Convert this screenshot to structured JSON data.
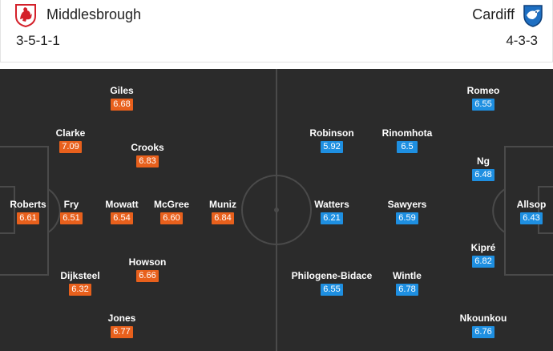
{
  "header": {
    "home_team": "Middlesbrough",
    "away_team": "Cardiff",
    "home_formation": "3-5-1-1",
    "away_formation": "4-3-3"
  },
  "colors": {
    "home_rating_bg": "#e8601c",
    "away_rating_bg": "#1e8fe1",
    "pitch": "#2b2b2b",
    "pitch_lines": "#4a4a4a"
  },
  "icons": {
    "home_crest": "middlesbrough-lion-crest-icon",
    "away_crest": "cardiff-bluebird-crest-icon"
  },
  "home_players": [
    {
      "name": "Roberts",
      "rating": "6.61"
    },
    {
      "name": "Giles",
      "rating": "6.68"
    },
    {
      "name": "Clarke",
      "rating": "7.09"
    },
    {
      "name": "Crooks",
      "rating": "6.83"
    },
    {
      "name": "Fry",
      "rating": "6.51"
    },
    {
      "name": "Mowatt",
      "rating": "6.54"
    },
    {
      "name": "McGree",
      "rating": "6.60"
    },
    {
      "name": "Muniz",
      "rating": "6.84"
    },
    {
      "name": "Howson",
      "rating": "6.66"
    },
    {
      "name": "Dijksteel",
      "rating": "6.32"
    },
    {
      "name": "Jones",
      "rating": "6.77"
    }
  ],
  "away_players": [
    {
      "name": "Romeo",
      "rating": "6.55"
    },
    {
      "name": "Robinson",
      "rating": "5.92"
    },
    {
      "name": "Rinomhota",
      "rating": "6.5"
    },
    {
      "name": "Ng",
      "rating": "6.48"
    },
    {
      "name": "Watters",
      "rating": "6.21"
    },
    {
      "name": "Sawyers",
      "rating": "6.59"
    },
    {
      "name": "Allsop",
      "rating": "6.43"
    },
    {
      "name": "Kipré",
      "rating": "6.82"
    },
    {
      "name": "Philogene-Bidace",
      "rating": "6.55"
    },
    {
      "name": "Wintle",
      "rating": "6.78"
    },
    {
      "name": "Nkounkou",
      "rating": "6.76"
    }
  ]
}
